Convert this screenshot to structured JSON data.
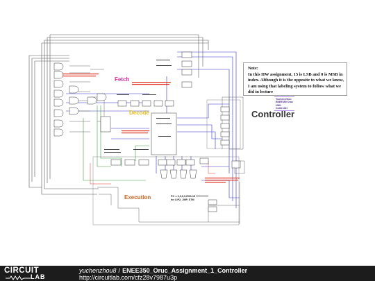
{
  "sections": {
    "fetch": "Fetch",
    "decode": "Decode",
    "execution": "Execution",
    "controller": "Controller"
  },
  "colors": {
    "fetch": "#e02aa0",
    "decode": "#e8c018",
    "execution": "#d06020",
    "wire_blue": "#3030c8",
    "wire_green": "#40a040",
    "wire_gray": "#555555",
    "wire_red": "#e03020",
    "credits": "#4a2a8a"
  },
  "note": {
    "title": "Note:",
    "body": "In this HW assignment, 15 is LSB and 0 is MSB in index. Although it is the opposite to what we know, I am using that labeling system to follow what we did in lecture"
  },
  "credits": {
    "line1": "Yuchen Zhou",
    "line2": "ENEE350 Oruc",
    "line3": "HW1",
    "line4": "Controller"
  },
  "pc_note": {
    "line1": "PC = 0,0,0,0,RS3-15",
    "line2": "for LIP2, JMP, STM"
  },
  "footer": {
    "logo_top": "CIRCUIT",
    "logo_bottom": "LAB",
    "user": "yuchenzhou8",
    "separator": "/",
    "circuit_name": "ENEE350_Oruc_Assignment_1_Controller",
    "url": "http://circuitlab.com/cfz28v7987u3p"
  }
}
